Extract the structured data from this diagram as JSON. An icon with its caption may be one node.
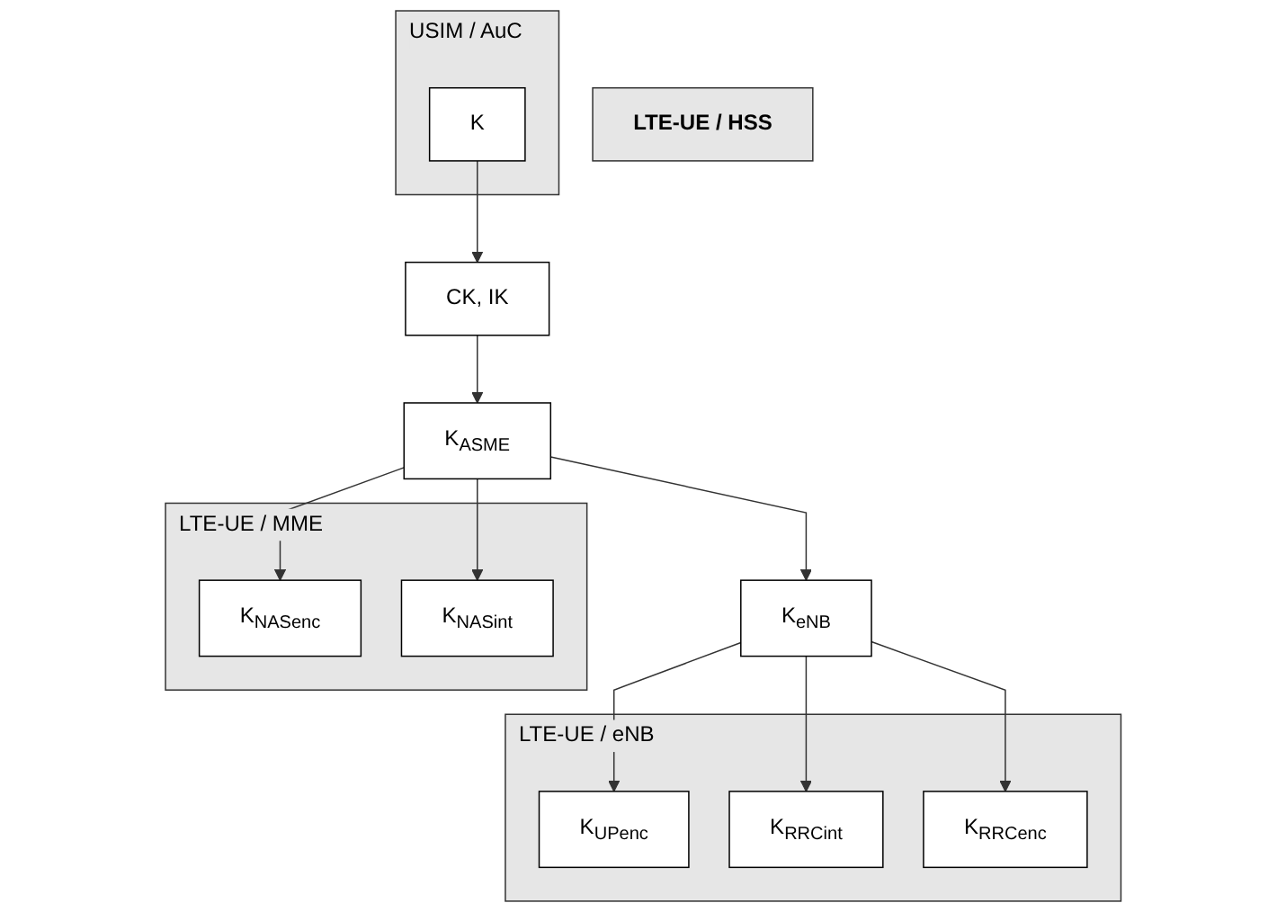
{
  "diagram": {
    "nodes": [
      {
        "text": [
          "USIM / AuC"
        ]
      },
      {
        "text": [
          "K"
        ],
        "in": 0
      },
      {
        "text": [
          "CK, IK"
        ]
      },
      {
        "text": [
          "LTE-UE / HSS"
        ]
      },
      {
        "text": [
          "K$_{ASME}$"
        ]
      },
      {
        "text": [
          "LTE-UE / MME"
        ]
      },
      {
        "text": [
          "K$_{NASenc}$"
        ],
        "in": 5
      },
      {
        "text": [
          "K$_{NASint}$"
        ],
        "in": 5
      },
      {
        "text": [
          "K$_{eNB}$"
        ]
      },
      {
        "text": [
          "LTE-UE / eNB"
        ]
      },
      {
        "text": [
          "K$_{UPenc}$"
        ],
        "in": 9
      },
      {
        "text": [
          "K$_{RRCint}$"
        ],
        "in": 9
      },
      {
        "text": [
          "K$_{RRCenc}$"
        ],
        "in": 9
      }
    ],
    "edges": [
      {
        "from": 1,
        "to": 2,
        "arrow": "to"
      },
      {
        "from": 2,
        "to": 4,
        "arrow": "to"
      },
      {
        "from": 4,
        "to": 6,
        "arrow": "to"
      },
      {
        "from": 4,
        "to": 7,
        "arrow": "to"
      },
      {
        "from": 4,
        "to": 8,
        "arrow": "to"
      },
      {
        "from": 8,
        "to": 10,
        "arrow": "to"
      },
      {
        "from": 8,
        "to": 11,
        "arrow": "to"
      },
      {
        "from": 8,
        "to": 12,
        "arrow": "to"
      }
    ]
  }
}
